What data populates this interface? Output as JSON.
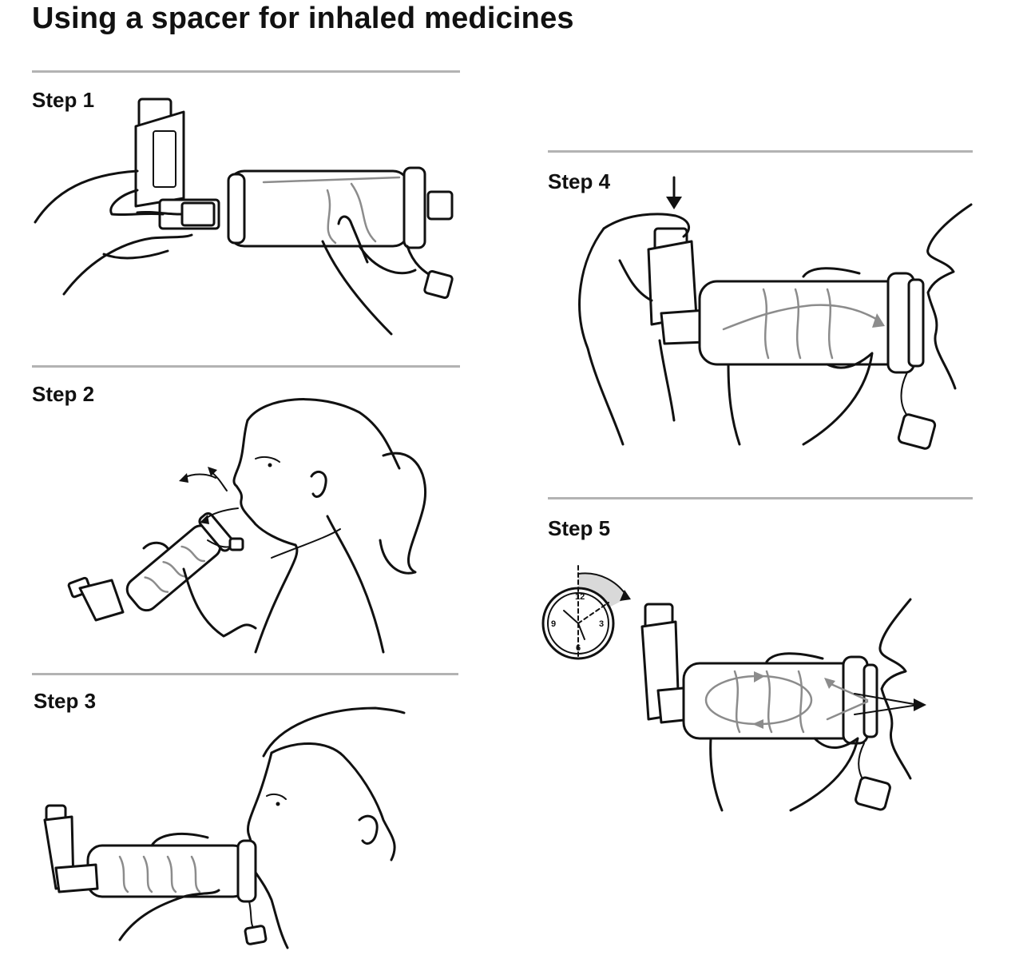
{
  "page": {
    "title": "Using a spacer for inhaled medicines"
  },
  "steps": [
    {
      "label": "Step 1"
    },
    {
      "label": "Step 2"
    },
    {
      "label": "Step 3"
    },
    {
      "label": "Step 4"
    },
    {
      "label": "Step 5"
    }
  ],
  "clock": {
    "numerals": [
      "12",
      "3",
      "6",
      "9"
    ]
  },
  "colors": {
    "rule": "#b3b3b3",
    "ink": "#111111",
    "arrow_gray": "#8c8c8c",
    "shade": "#d9d9d9"
  }
}
